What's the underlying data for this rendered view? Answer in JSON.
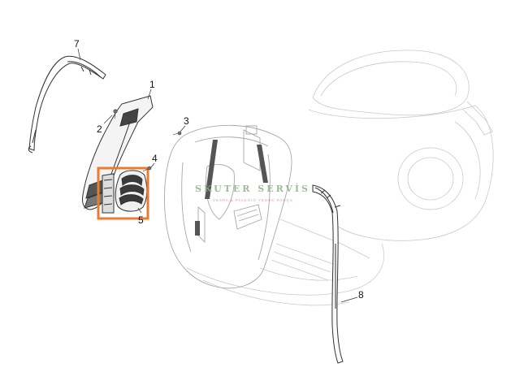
{
  "watermark": {
    "title": "SKUTER SERVİS",
    "subtitle": "VESPA & PIAGGIO YEDEK PARÇA",
    "title_color": "#8fae8a",
    "subtitle_color": "#d98b8b"
  },
  "highlight_color": "#ee7a30",
  "part_numbers": {
    "p1": "1",
    "p2": "2",
    "p3": "3",
    "p4": "4",
    "p5": "5",
    "p7": "7",
    "p8": "8"
  }
}
